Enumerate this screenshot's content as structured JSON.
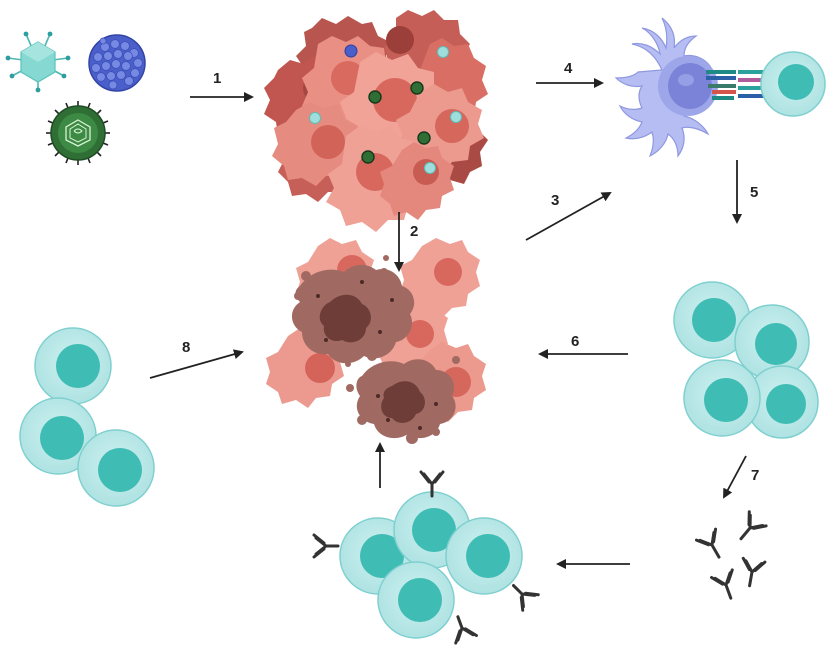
{
  "steps": {
    "s1": "1",
    "s2": "2",
    "s3": "3",
    "s4": "4",
    "s5": "5",
    "s6": "6",
    "s7": "7",
    "s8": "8"
  },
  "colors": {
    "tumor_light": "#f0a398",
    "tumor_mid": "#e07d72",
    "tumor_dark": "#b9554f",
    "tumor_nucleus": "#c9584f",
    "dead_cell": "#a06a62",
    "dead_core": "#6e3d38",
    "t_cell": "#bfeaea",
    "t_cell_edge": "#7fcfcf",
    "t_nucleus": "#3fbcb4",
    "dendritic": "#b6bdf2",
    "dendritic_core": "#7b83d8",
    "virus_cyan": "#7fd4d0",
    "virus_blue": "#4a5fc9",
    "virus_green": "#3c7a3c",
    "antibody": "#333333",
    "arrow": "#222222"
  },
  "icons": {
    "virus_a": "adenovirus-icon",
    "virus_b": "reovirus-icon",
    "virus_c": "herpesvirus-icon",
    "antibody": "antibody-icon"
  }
}
